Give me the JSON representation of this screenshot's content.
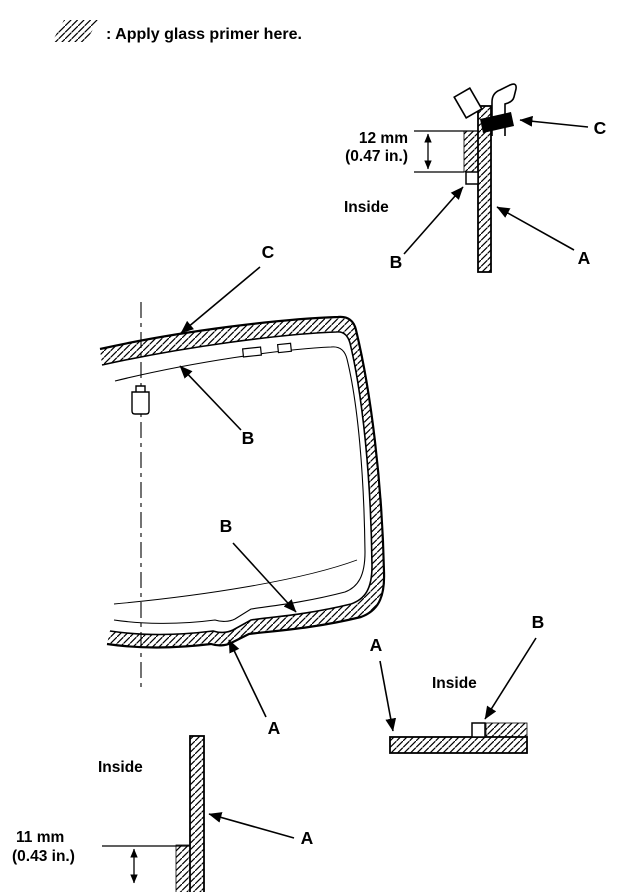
{
  "legend": {
    "swatch": "diagonal-hatch",
    "text": ": Apply glass primer here."
  },
  "sections": {
    "top_edge_detail": {
      "dim_mm": "12 mm",
      "dim_in": "(0.47 in.)",
      "inside": "Inside",
      "label_a": "A",
      "label_b": "B",
      "label_c": "C"
    },
    "windshield_view": {
      "label_c": "C",
      "label_b_upper": "B",
      "label_b_lower": "B",
      "label_a": "A"
    },
    "lower_edge_detail": {
      "label_a": "A",
      "label_b": "B",
      "inside": "Inside"
    },
    "side_edge_detail": {
      "inside": "Inside",
      "label_a": "A",
      "dim_mm": "11 mm",
      "dim_in": "(0.43 in.)"
    }
  },
  "colors": {
    "ink": "#000000",
    "background": "#ffffff"
  }
}
